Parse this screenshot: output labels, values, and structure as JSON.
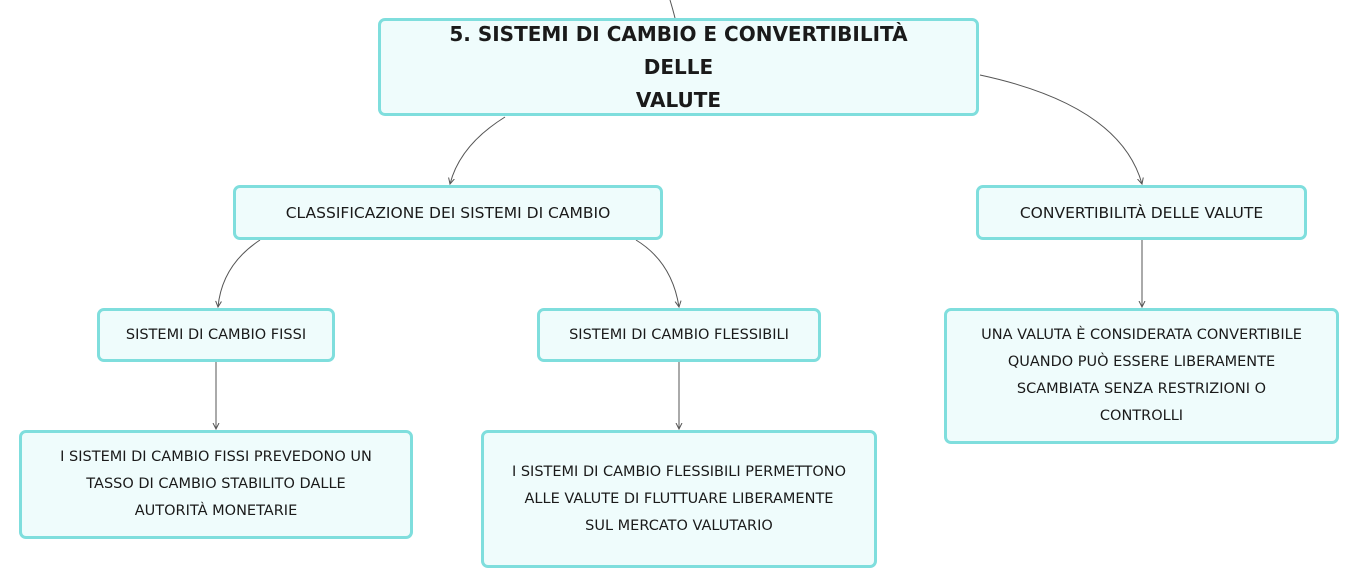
{
  "colors": {
    "node_border": "#7fdedd",
    "node_fill": "#effcfc",
    "connector": "#555555",
    "text": "#1a1a1a"
  },
  "diagram": {
    "type": "mind-map",
    "root": {
      "lines": [
        "5. SISTEMI DI CAMBIO E CONVERTIBILITÀ DELLE",
        "VALUTE"
      ]
    },
    "nodes": {
      "classificazione": {
        "label": "CLASSIFICAZIONE DEI SISTEMI DI CAMBIO"
      },
      "convertibilita": {
        "label": "CONVERTIBILITÀ DELLE VALUTE"
      },
      "fissi": {
        "label": "SISTEMI DI CAMBIO FISSI"
      },
      "flessibili": {
        "label": "SISTEMI DI CAMBIO FLESSIBILI"
      },
      "fissi_desc": {
        "lines": [
          "I SISTEMI DI CAMBIO FISSI PREVEDONO UN",
          "TASSO DI CAMBIO STABILITO DALLE",
          "AUTORITÀ MONETARIE"
        ]
      },
      "flessibili_desc": {
        "lines": [
          "I SISTEMI DI CAMBIO FLESSIBILI PERMETTONO",
          "ALLE VALUTE DI FLUTTUARE LIBERAMENTE",
          "SUL MERCATO VALUTARIO"
        ]
      },
      "convertibilita_desc": {
        "lines": [
          "UNA VALUTA È CONSIDERATA CONVERTIBILE",
          "QUANDO PUÒ ESSERE LIBERAMENTE",
          "SCAMBIATA SENZA RESTRIZIONI O",
          "CONTROLLI"
        ]
      }
    }
  }
}
